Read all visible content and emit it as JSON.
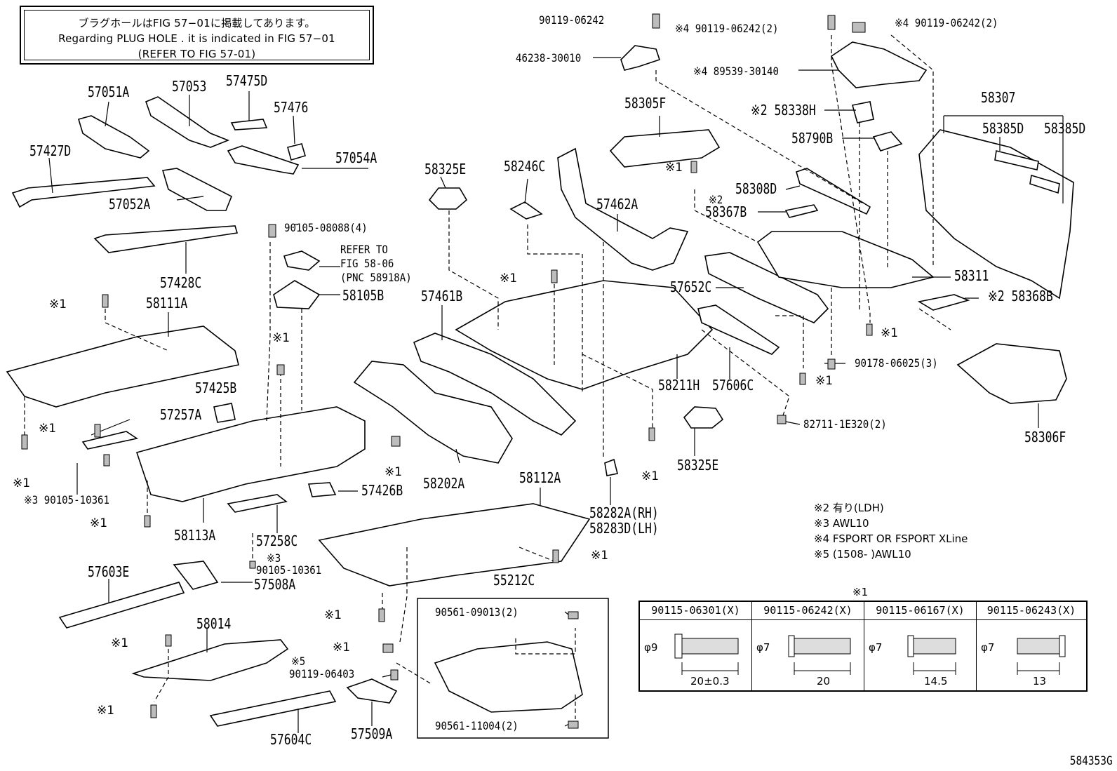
{
  "note": {
    "line1": "ブラグホールはFIG 57−01に掲載してあります。",
    "line2": "Regarding  PLUG  HOLE . it is indicated in  FIG  57−01",
    "line3": "(REFER  TO  FIG  57-01)"
  },
  "callouts": {
    "p57051A": "57051A",
    "p57053": "57053",
    "p57475D": "57475D",
    "p57476": "57476",
    "p57427D": "57427D",
    "p57054A": "57054A",
    "p57052A": "57052A",
    "p57428C": "57428C",
    "p90105_08088": "90105-08088(4)",
    "refer1": "REFER  TO",
    "refer2": "FIG 58-06",
    "refer3": "(PNC 58918A)",
    "p58105B": "58105B",
    "p58111A": "58111A",
    "p57425B": "57425B",
    "p57257A": "57257A",
    "p90105_10361a": "※3 90105-10361",
    "p57426B": "57426B",
    "p58113A": "58113A",
    "p57258C": "57258C",
    "p90105_10361b_mark": "※3",
    "p90105_10361b": "90105-10361",
    "p57603E": "57603E",
    "p57508A": "57508A",
    "p58014": "58014",
    "mark5": "※5",
    "p90119_06403": "90119-06403",
    "p57604C": "57604C",
    "p57509A": "57509A",
    "p58325E_top": "58325E",
    "p58246C": "58246C",
    "p57461B": "57461B",
    "p58202A": "58202A",
    "p58112A": "58112A",
    "p55212C": "55212C",
    "p90561_09013": "90561-09013(2)",
    "p90561_11004": "90561-11004(2)",
    "p58282A": "58282A(RH)",
    "p58283D": "58283D(LH)",
    "p58211H": "58211H",
    "p57606C": "57606C",
    "p58325E_bot": "58325E",
    "p57652C": "57652C",
    "p57462A": "57462A",
    "p58305F": "58305F",
    "p90119_06242_top": "90119-06242",
    "p46238_30010": "46238-30010",
    "p90119_06242_m4a": "※4 90119-06242(2)",
    "p90119_06242_m4b": "※4 90119-06242(2)",
    "p89539_30140": "※4 89539-30140",
    "p58338H": "※2 58338H",
    "p58790B": "58790B",
    "p58308D": "58308D",
    "mark2b": "※2",
    "p58367B": "58367B",
    "p58311": "58311",
    "p58368B": "※2 58368B",
    "p58307": "58307",
    "p58385D_a": "58385D",
    "p58385D_b": "58385D",
    "p90178_06025": "90178-06025(3)",
    "p82711_1E320": "82711-1E320(2)",
    "p58306F": "58306F",
    "m1": "※1"
  },
  "legend": [
    "※2 有り(LDH)",
    "※3 AWL10",
    "※4 FSPORT  OR  FSPORT XLine",
    "※5 (1508-        )AWL10"
  ],
  "bolt_table": {
    "title": "※1",
    "columns": [
      {
        "part": "90115-06301(X)",
        "diameter": "φ9",
        "length": "20±0.3"
      },
      {
        "part": "90115-06242(X)",
        "diameter": "φ7",
        "length": "20"
      },
      {
        "part": "90115-06167(X)",
        "diameter": "φ7",
        "length": "14.5"
      },
      {
        "part": "90115-06243(X)",
        "diameter": "φ7",
        "length": "13"
      }
    ]
  },
  "figure_code": "584353G"
}
